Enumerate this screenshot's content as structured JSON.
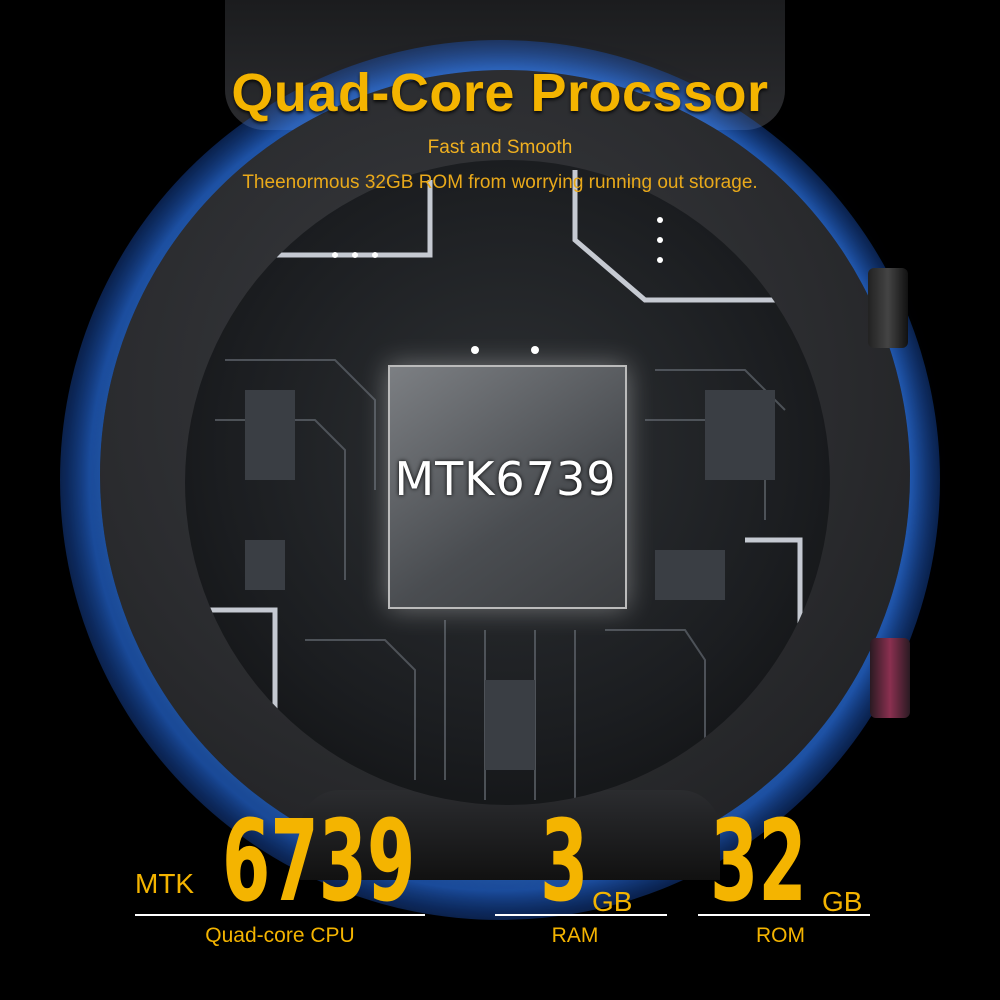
{
  "header": {
    "title": "Quad-Core Procssor",
    "subtitle": "Fast and Smooth",
    "description": "Theenormous 32GB ROM from worrying running out storage."
  },
  "chip": {
    "label": "MTK6739"
  },
  "specs": [
    {
      "prefix": "MTK",
      "value": "6739",
      "unit": "",
      "caption": "Quad-core CPU"
    },
    {
      "prefix": "",
      "value": "3",
      "unit": "GB",
      "caption": "RAM"
    },
    {
      "prefix": "",
      "value": "32",
      "unit": "GB",
      "caption": "ROM"
    }
  ],
  "colors": {
    "accent": "#f4b400",
    "glow": "#2878ff",
    "background": "#000000"
  }
}
